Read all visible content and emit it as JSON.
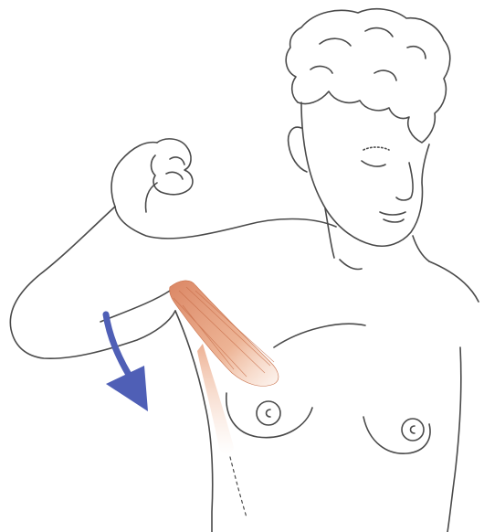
{
  "figure": {
    "subject": "woman-torso-raised-arm",
    "highlight": "pectoral-muscle",
    "arrow_direction": "down",
    "colors": {
      "background": "#ffffff",
      "outline": "#4a4a4a",
      "muscle": "#e8a27e",
      "muscle_dark": "#c8704a",
      "arrow": "#4f5fb6"
    }
  }
}
